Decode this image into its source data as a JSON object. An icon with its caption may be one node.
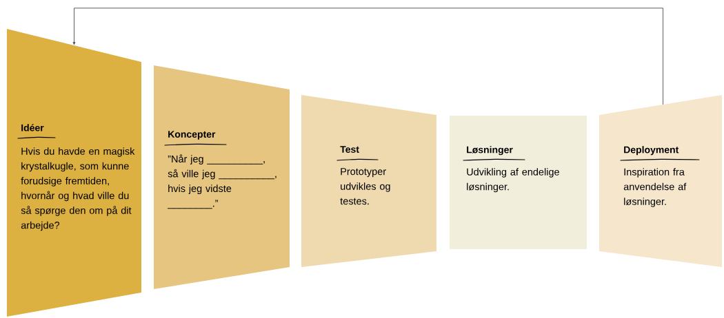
{
  "diagram": {
    "nodes": [
      {
        "text": [
          "Idéer",
          "Hvis du havde en magisk krystalkugle, som kunne forudsige fremtiden, hvornår og hvad ville du så spørge den om på dit arbejde?"
        ]
      },
      {
        "text": [
          "Koncepter",
          "”Når jeg __________, så ville jeg __________, hvis jeg vidste ________.”"
        ]
      },
      {
        "text": [
          "Test",
          "Prototyper udvikles og testes."
        ]
      },
      {
        "text": [
          "Løsninger",
          "Udvikling af endelige løsninger."
        ]
      },
      {
        "text": [
          "Deployment",
          "Inspiration fra anvendelse af løsninger."
        ]
      }
    ],
    "edges": [
      {
        "from": 4,
        "to": 0,
        "arrow": "to"
      }
    ]
  }
}
